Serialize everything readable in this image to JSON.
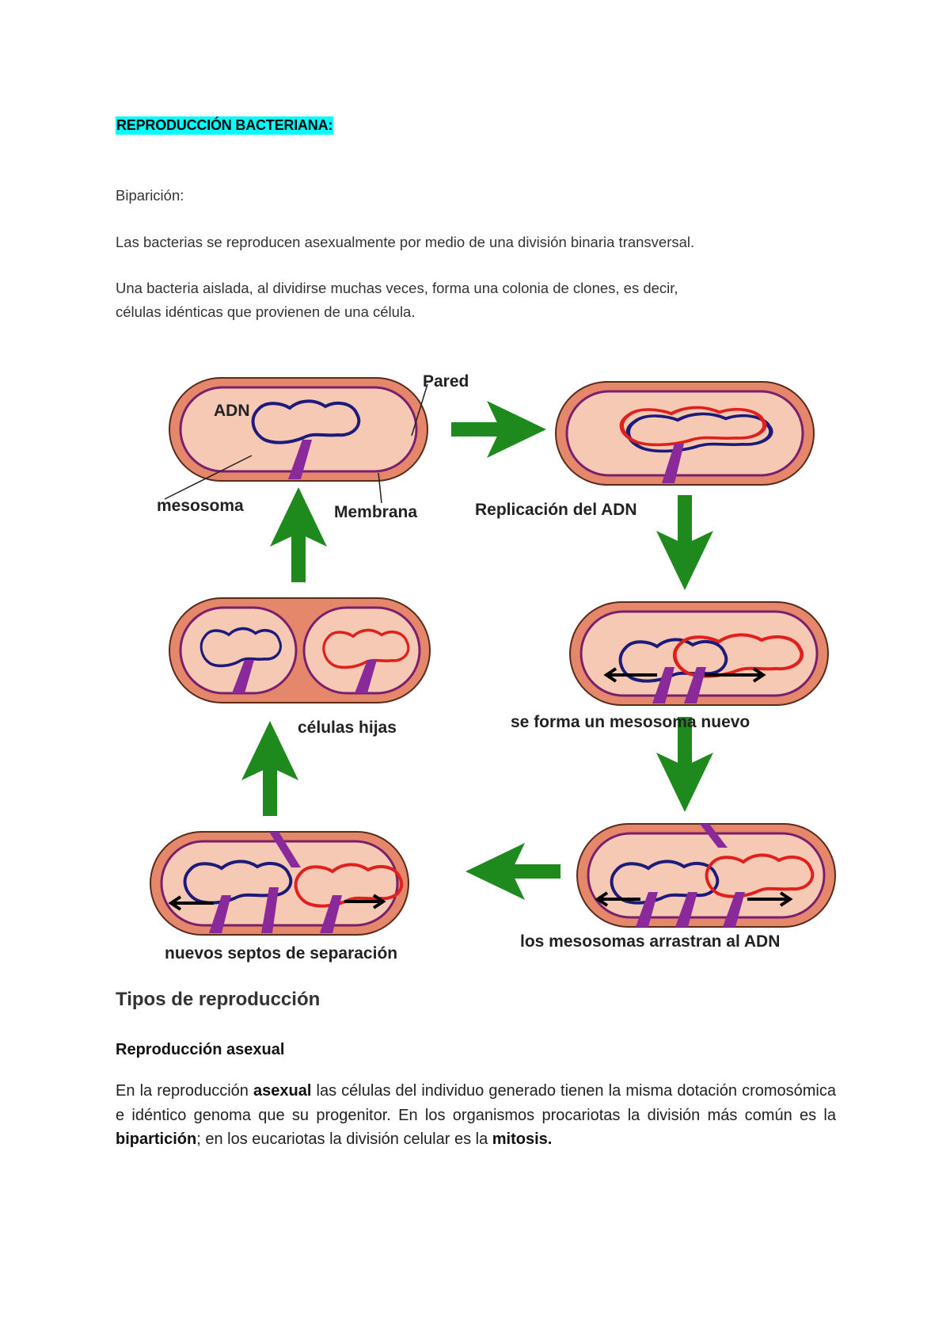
{
  "title": "REPRODUCCIÓN BACTERIANA:",
  "subtitle": "Biparición:",
  "paragraph1": "Las bacterias se reproducen asexualmente por medio  de una división binaria transversal.",
  "paragraph2_line1": "Una bacteria aislada, al dividirse muchas veces, forma una colonia de clones, es decir,",
  "paragraph2_line2": "células idénticas que provienen de una célula.",
  "diagram": {
    "labels": {
      "pared": "Pared",
      "adn": "ADN",
      "mesosoma": "mesosoma",
      "membrana": "Membrana",
      "replicacion": "Replicación del ADN",
      "nuevo_mesosoma": "se forma un mesosoma nuevo",
      "arrastran": "los mesosomas arrastran al ADN",
      "septos": "nuevos septos de separación",
      "hijas": "células hijas"
    },
    "colors": {
      "arrow": "#1e8a1e",
      "wall": "#e4876a",
      "cytoplasm": "#f6c9b4",
      "membrane": "#7a1f6e",
      "dna_original": "#1c1a7a",
      "dna_copy": "#e0201c",
      "mesosome": "#8a2a9a"
    }
  },
  "section": {
    "heading": "Tipos de reproducción",
    "subheading": "Reproducción asexual",
    "text": [
      {
        "t": "En la reproducción ",
        "b": false
      },
      {
        "t": "asexual",
        "b": true
      },
      {
        "t": " las células del individuo generado tienen la misma dotación cromosómica e idéntico genoma que su progenitor. En los organismos procariotas la división más común es la ",
        "b": false
      },
      {
        "t": "bipartición",
        "b": true
      },
      {
        "t": "; en los eucariotas la división celular es la ",
        "b": false
      },
      {
        "t": "mitosis.",
        "b": true
      }
    ]
  }
}
